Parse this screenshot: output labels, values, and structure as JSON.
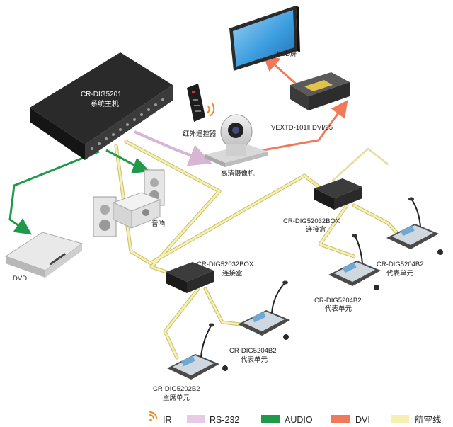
{
  "devices": {
    "host": {
      "model": "CR-DIG5201",
      "name": "系统主机"
    },
    "lcd": {
      "label": "LCD屏"
    },
    "converter": {
      "label": "VEXTD-101Ⅱ DVI/35"
    },
    "remote": {
      "label": "红外遥控器"
    },
    "camera": {
      "label": "高清摄像机"
    },
    "audio": {
      "label": "音响"
    },
    "dvd": {
      "label": "DVD"
    },
    "box_left": {
      "model": "CR-DIG52032BOX",
      "name": "连接盒"
    },
    "box_right": {
      "model": "CR-DIG52032BOX",
      "name": "连接盒"
    },
    "chair_unit": {
      "model": "CR-DIG5202B2",
      "name": "主席单元"
    },
    "delegate_a": {
      "model": "CR-DIG5204B2",
      "name": "代表单元"
    },
    "delegate_b": {
      "model": "CR-DIG5204B2",
      "name": "代表单元"
    },
    "delegate_c": {
      "model": "CR-DIG5204B2",
      "name": "代表单元"
    }
  },
  "legend": [
    {
      "label": "IR",
      "color": "#f08a1c",
      "icon": "wifi-icon"
    },
    {
      "label": "RS-232",
      "color": "#e7cbe4"
    },
    {
      "label": "AUDIO",
      "color": "#1f9a4a"
    },
    {
      "label": "DVI",
      "color": "#ef7a5a"
    },
    {
      "label": "航空线",
      "color": "#f5efb2"
    }
  ]
}
